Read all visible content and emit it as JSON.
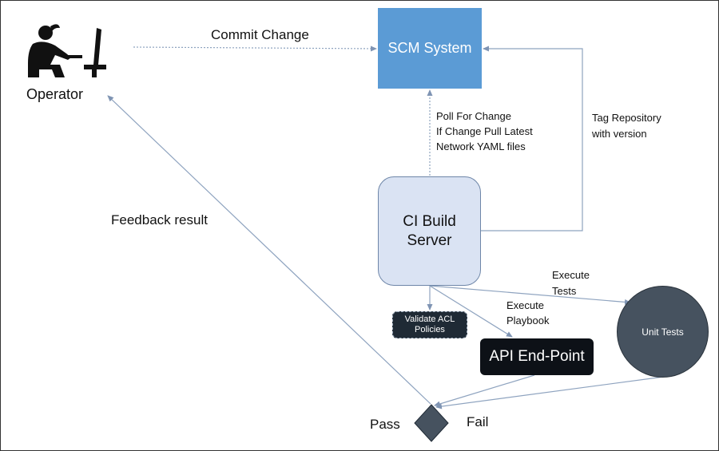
{
  "operator": {
    "label": "Operator",
    "icon": "person-at-computer-icon"
  },
  "nodes": {
    "scm": "SCM System",
    "ci_build_server": [
      "CI Build",
      "Server"
    ],
    "validate_acl": [
      "Validate ACL",
      "Policies"
    ],
    "api_endpoint": "API End-Point",
    "unit_tests": "Unit Tests"
  },
  "edges": {
    "commit_change": "Commit Change",
    "poll": [
      "Poll For Change",
      "If Change Pull Latest",
      "Network YAML files"
    ],
    "tag_repository": [
      "Tag Repository",
      "with version"
    ],
    "execute_tests": [
      "Execute",
      "Tests"
    ],
    "execute_playbook": [
      "Execute",
      "Playbook"
    ],
    "feedback_result": "Feedback result"
  },
  "decision": {
    "pass": "Pass",
    "fail": "Fail"
  },
  "colors": {
    "scm_fill": "#5b9bd5",
    "ci_fill": "#dae3f3",
    "dark_node": "#1f2a35",
    "unit_tests_fill": "#46525f",
    "decision_fill": "#46525f",
    "arrow": "#8ea3bf"
  }
}
